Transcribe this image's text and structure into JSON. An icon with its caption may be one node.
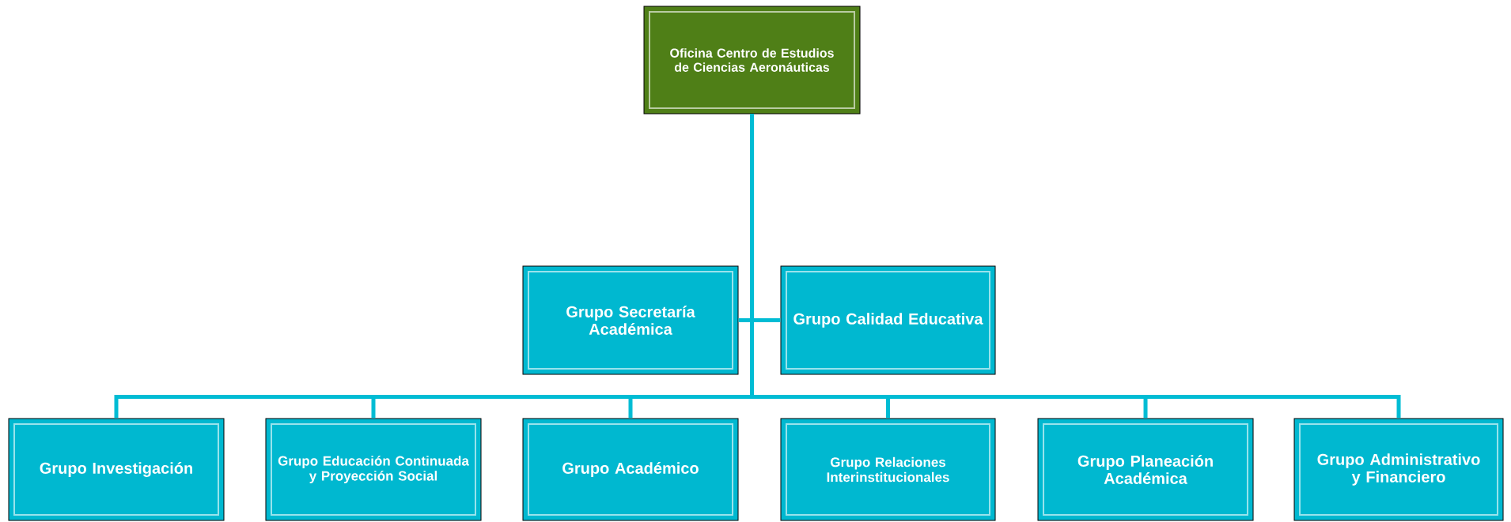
{
  "diagram": {
    "nodes": [
      {
        "text": [
          "Oficina Centro de Estudios de Ciencias Aeronáuticas"
        ]
      },
      {
        "text": [
          "Grupo Secretaría Académica"
        ]
      },
      {
        "text": [
          "Grupo Calidad Educativa"
        ]
      },
      {
        "text": [
          "Grupo Investigación"
        ]
      },
      {
        "text": [
          "Grupo Educación Continuada y Proyección Social"
        ]
      },
      {
        "text": [
          "Grupo Académico"
        ]
      },
      {
        "text": [
          "Grupo Relaciones Interinstitucionales"
        ]
      },
      {
        "text": [
          "Grupo Planeación Académica"
        ]
      },
      {
        "text": [
          "Grupo Administrativo y Financiero"
        ]
      }
    ],
    "edges": [
      {
        "from": 0,
        "to": 1,
        "arrow": "none"
      },
      {
        "from": 0,
        "to": 2,
        "arrow": "none"
      },
      {
        "from": 0,
        "to": 3,
        "arrow": "none"
      },
      {
        "from": 0,
        "to": 4,
        "arrow": "none"
      },
      {
        "from": 0,
        "to": 5,
        "arrow": "none"
      },
      {
        "from": 0,
        "to": 6,
        "arrow": "none"
      },
      {
        "from": 0,
        "to": 7,
        "arrow": "none"
      },
      {
        "from": 0,
        "to": 8,
        "arrow": "none"
      }
    ]
  }
}
